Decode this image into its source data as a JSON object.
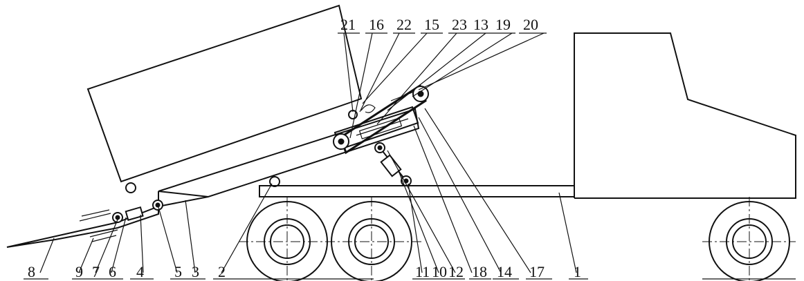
{
  "labels_bottom": [
    "8",
    "9",
    "7",
    "6",
    "4",
    "5",
    "3",
    "2",
    "11",
    "10",
    "12",
    "18",
    "14",
    "17",
    "1"
  ],
  "labels_top": [
    "21",
    "16",
    "22",
    "15",
    "23",
    "13",
    "19",
    "20"
  ],
  "colors": {
    "line": "#111111",
    "background": "#ffffff"
  }
}
